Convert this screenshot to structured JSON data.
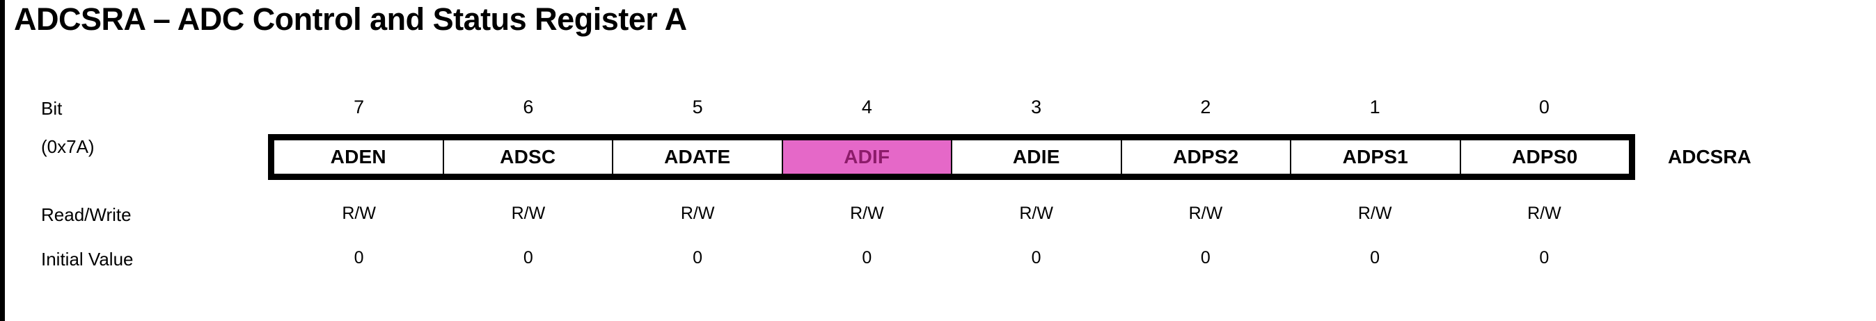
{
  "title": "ADCSRA – ADC Control and Status Register A",
  "register_name": "ADCSRA",
  "row_labels": {
    "bit": "Bit",
    "address": "(0x7A)",
    "read_write": "Read/Write",
    "initial_value": "Initial Value"
  },
  "colors": {
    "highlight": "#e568c8",
    "highlight_text": "#8c1c6a",
    "border": "#000000",
    "background": "#ffffff"
  },
  "bits": [
    {
      "number": "7",
      "name": "ADEN",
      "access": "R/W",
      "initial": "0",
      "highlighted": false
    },
    {
      "number": "6",
      "name": "ADSC",
      "access": "R/W",
      "initial": "0",
      "highlighted": false
    },
    {
      "number": "5",
      "name": "ADATE",
      "access": "R/W",
      "initial": "0",
      "highlighted": false
    },
    {
      "number": "4",
      "name": "ADIF",
      "access": "R/W",
      "initial": "0",
      "highlighted": true
    },
    {
      "number": "3",
      "name": "ADIE",
      "access": "R/W",
      "initial": "0",
      "highlighted": false
    },
    {
      "number": "2",
      "name": "ADPS2",
      "access": "R/W",
      "initial": "0",
      "highlighted": false
    },
    {
      "number": "1",
      "name": "ADPS1",
      "access": "R/W",
      "initial": "0",
      "highlighted": false
    },
    {
      "number": "0",
      "name": "ADPS0",
      "access": "R/W",
      "initial": "0",
      "highlighted": false
    }
  ]
}
